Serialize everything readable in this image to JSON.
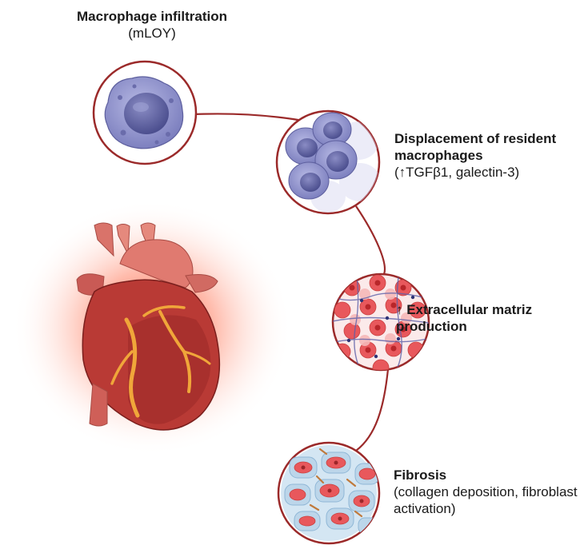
{
  "stages": [
    {
      "title": "Macrophage infiltration",
      "subtitle": "(mLOY)",
      "icon": "macrophage-icon"
    },
    {
      "title": "Displacement of resident macrophages",
      "subtitle": "(↑TGFβ1, galectin-3)",
      "icon": "macrophage-cluster-icon"
    },
    {
      "title": "↑ Extracellular matriz production",
      "subtitle": "",
      "icon": "extracellular-matrix-icon"
    },
    {
      "title": "Fibrosis",
      "subtitle": "(collagen deposition, fibroblast activation)",
      "icon": "fibrosis-tissue-icon"
    }
  ],
  "colors": {
    "circle_stroke": "#9b2a2a",
    "connector": "#9b2a2a",
    "macrophage": "#8d8fc6",
    "cell_red": "#e8585c",
    "tissue_blue": "#bcd6ea",
    "heart_red": "#b93a35",
    "heart_glow": "#ff5a3c",
    "vessel_yellow": "#f0a63a"
  }
}
